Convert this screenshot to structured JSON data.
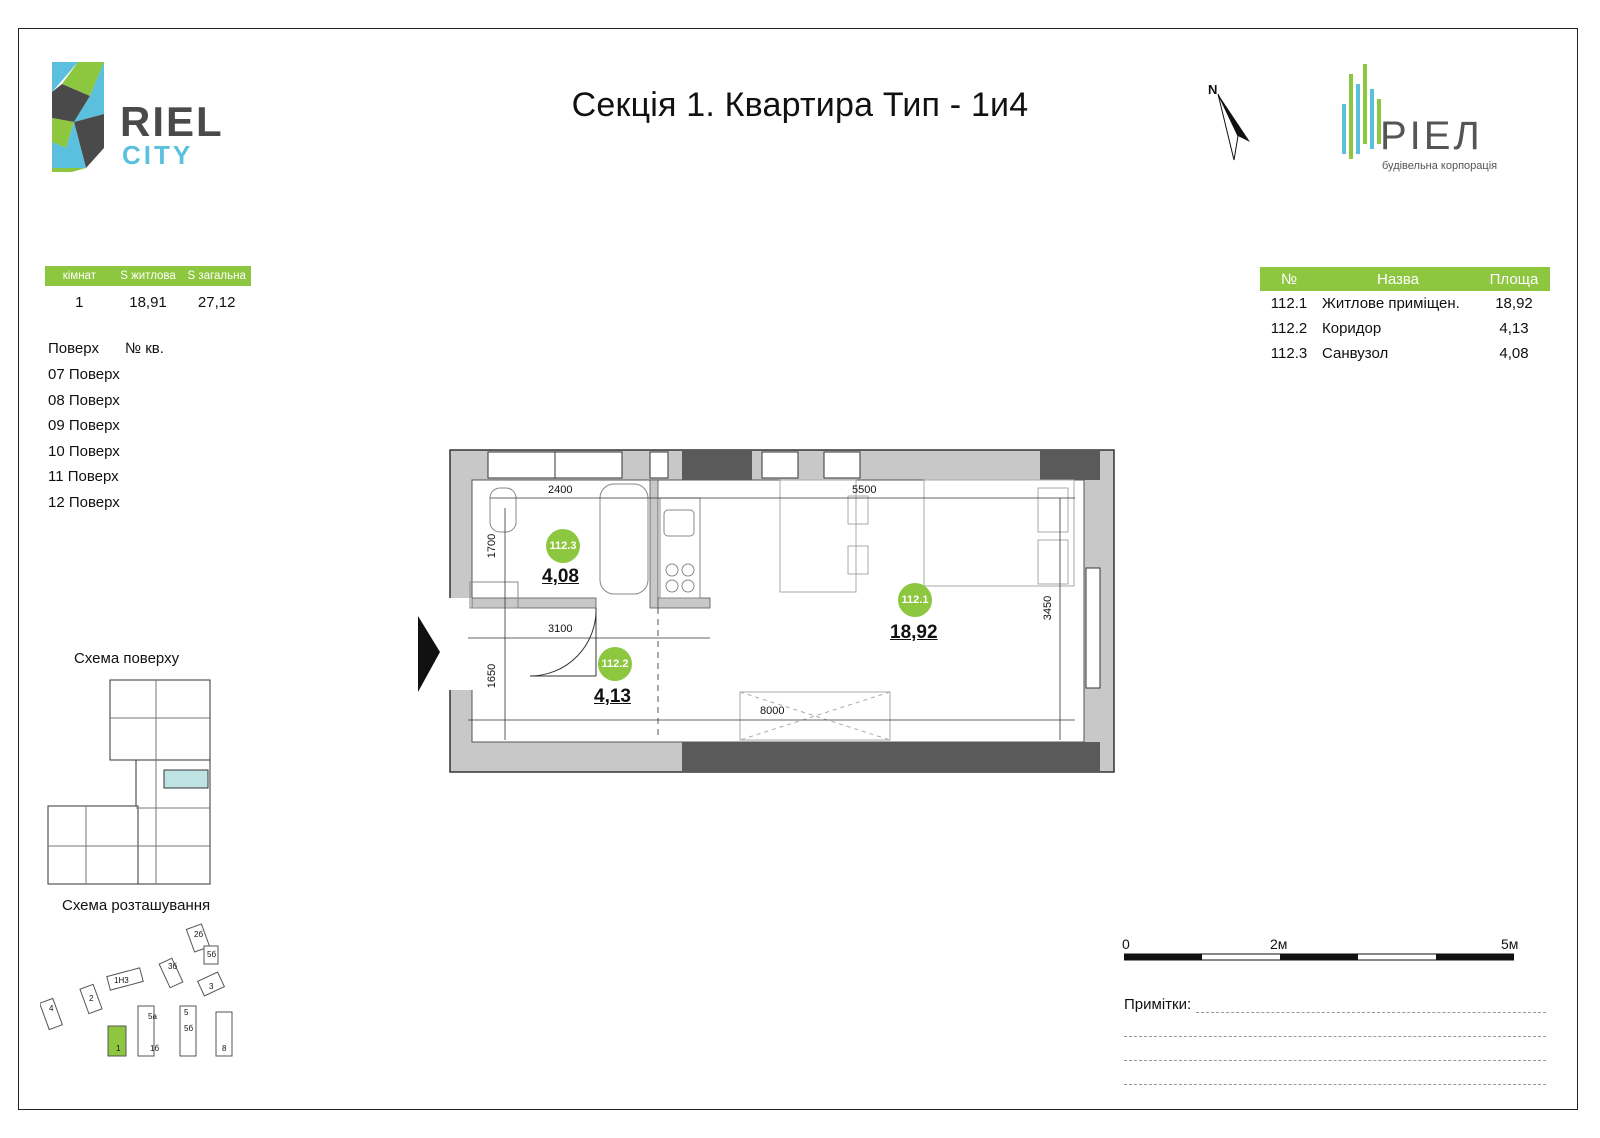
{
  "header": {
    "title": "Секція 1. Квартира Тип - 1и4",
    "logo_left_line1": "RIEL",
    "logo_left_line2": "CITY",
    "logo_right_name": "PIEЛ",
    "logo_right_tagline": "будівельна корпорація",
    "compass_label": "N"
  },
  "summary": {
    "headers": [
      "кімнат",
      "S житлова",
      "S загальна"
    ],
    "values": [
      "1",
      "18,91",
      "27,12"
    ]
  },
  "floor_list": {
    "header_floor": "Поверх",
    "header_apt": "№ кв.",
    "floors": [
      "07 Поверх",
      "08 Поверх",
      "09 Поверх",
      "10 Поверх",
      "11 Поверх",
      "12 Поверх"
    ]
  },
  "rooms_table": {
    "headers": [
      "№",
      "Назва",
      "Площа"
    ],
    "rows": [
      {
        "num": "112.1",
        "name": "Житлове приміщен.",
        "area": "18,92"
      },
      {
        "num": "112.2",
        "name": "Коридор",
        "area": "4,13"
      },
      {
        "num": "112.3",
        "name": "Санвузол",
        "area": "4,08"
      }
    ]
  },
  "plan": {
    "rooms": [
      {
        "id": "112.3",
        "area": "4,08"
      },
      {
        "id": "112.2",
        "area": "4,13"
      },
      {
        "id": "112.1",
        "area": "18,92"
      }
    ],
    "dimensions": {
      "d2400": "2400",
      "d5500": "5500",
      "d1700": "1700",
      "d3100": "3100",
      "d3450": "3450",
      "d1650": "1650",
      "d8000": "8000"
    }
  },
  "schemes": {
    "floor_scheme_label": "Схема поверху",
    "location_scheme_label": "Схема розташування",
    "buildings": [
      "4",
      "2",
      "1",
      "3",
      "2б",
      "5б",
      "1б",
      "5а",
      "5",
      "5б",
      "3б",
      "1Н3",
      "8"
    ]
  },
  "scale": {
    "labels": [
      "0",
      "2м",
      "5м"
    ]
  },
  "notes": {
    "label": "Примітки:"
  },
  "colors": {
    "accent_green": "#8dc63f",
    "logo_blue": "#5bc0de",
    "logo_gray": "#555555",
    "wall_gray": "#c8c8c8",
    "dark_wall": "#5a5a5a"
  }
}
